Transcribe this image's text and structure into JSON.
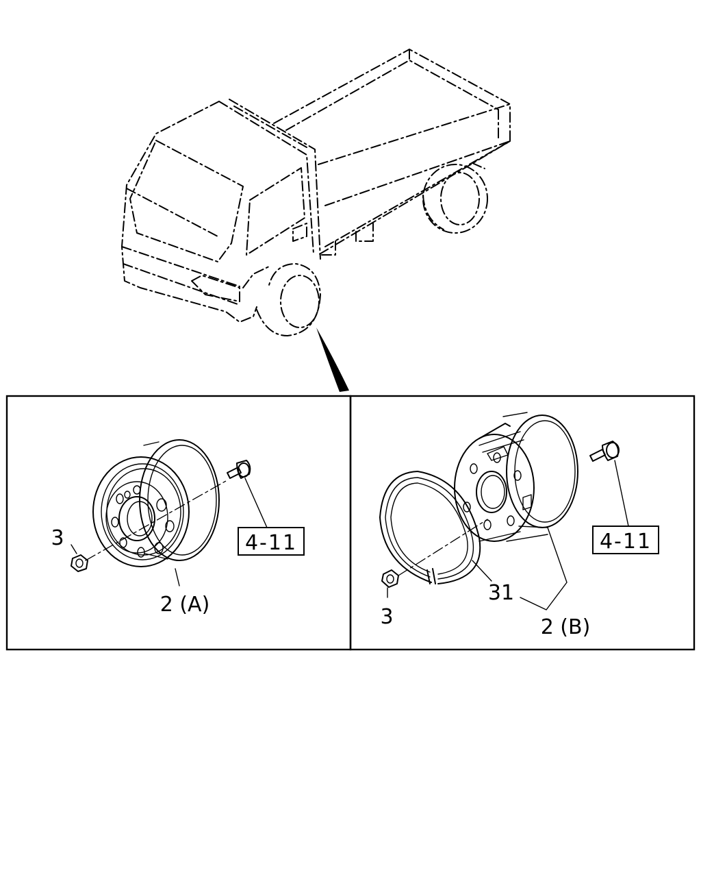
{
  "callouts": {
    "left": {
      "nut": "3",
      "wheel": "2 (A)",
      "ref": "4-11"
    },
    "right": {
      "nut": "3",
      "ring": "31",
      "wheel": "2 (B)",
      "ref": "4-11"
    }
  }
}
